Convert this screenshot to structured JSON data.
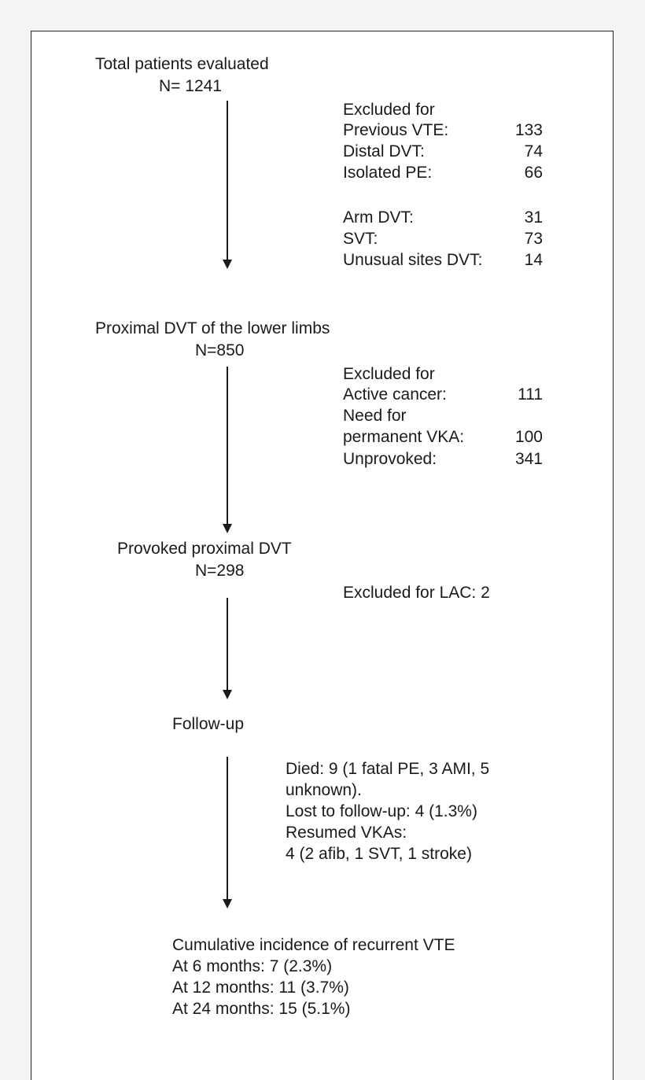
{
  "stage1": {
    "title": "Total patients evaluated",
    "n": "N= 1241"
  },
  "excl1": {
    "header": "Excluded for",
    "items": [
      {
        "label": "Previous VTE:",
        "value": "133"
      },
      {
        "label": "Distal DVT:",
        "value": "74"
      },
      {
        "label": "Isolated PE:",
        "value": "66"
      },
      {
        "label": "Arm DVT:",
        "value": "31"
      },
      {
        "label": "SVT:",
        "value": "73"
      },
      {
        "label": "Unusual sites DVT:",
        "value": "14"
      }
    ]
  },
  "stage2": {
    "title": "Proximal DVT of the lower limbs",
    "n": "N=850"
  },
  "excl2": {
    "header": "Excluded for",
    "items": [
      {
        "label": "Active cancer:",
        "value": "111"
      },
      {
        "label": "Need for",
        "value": ""
      },
      {
        "label": "permanent VKA:",
        "value": "100"
      },
      {
        "label": "Unprovoked:",
        "value": "341"
      }
    ]
  },
  "stage3": {
    "title": "Provoked proximal DVT",
    "n": "N=298"
  },
  "excl3": {
    "text": "Excluded for LAC: 2"
  },
  "stage4": {
    "title": "Follow-up"
  },
  "followup": {
    "lines": [
      "Died: 9 (1 fatal PE, 3 AMI, 5",
      "unknown).",
      "Lost to follow-up: 4 (1.3%)",
      "Resumed VKAs:",
      "4 (2 afib, 1 SVT, 1 stroke)"
    ]
  },
  "outcome": {
    "title": "Cumulative incidence of recurrent VTE",
    "lines": [
      "At 6 months: 7 (2.3%)",
      "At 12 months: 11 (3.7%)",
      "At 24 months: 15 (5.1%)"
    ]
  }
}
